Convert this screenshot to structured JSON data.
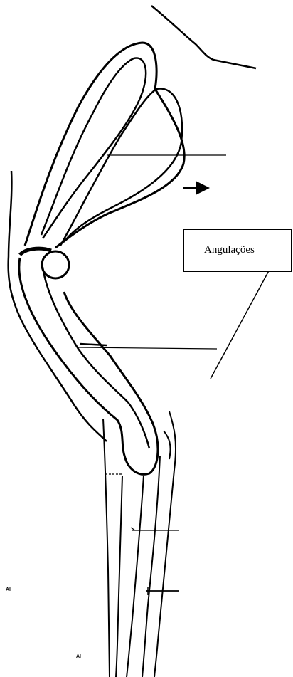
{
  "label_box": {
    "text": "Angulações"
  },
  "marks": {
    "small_text_1": "Al",
    "small_text_2": "Al"
  },
  "colors": {
    "ink": "#000000",
    "background": "#ffffff"
  }
}
